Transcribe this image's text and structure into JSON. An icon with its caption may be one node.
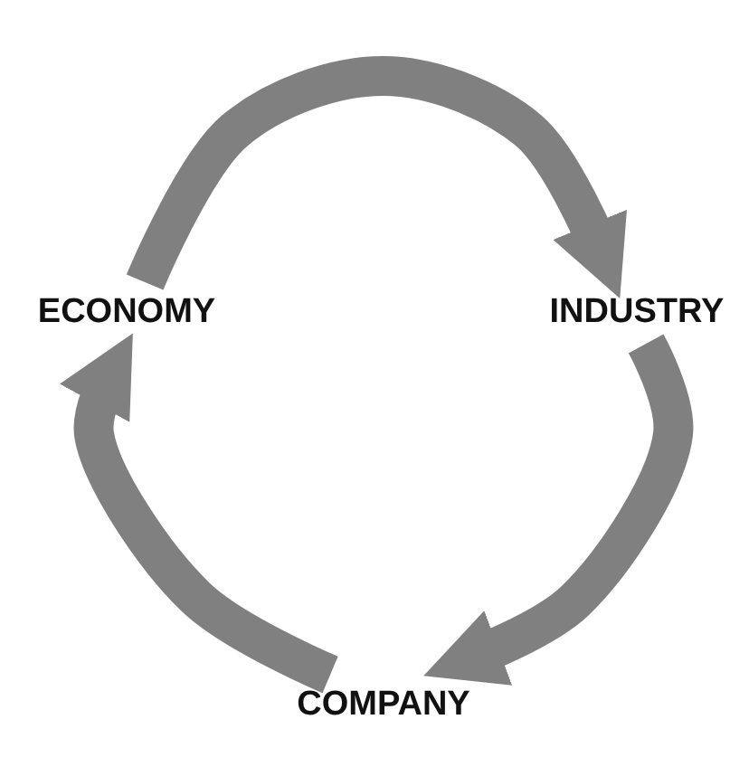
{
  "diagram": {
    "nodes": [
      {
        "text": [
          "ECONOMY"
        ]
      },
      {
        "text": [
          "INDUSTRY"
        ]
      },
      {
        "text": [
          "COMPANY"
        ]
      }
    ],
    "edges": [
      {
        "from": 0,
        "to": 1,
        "arrow": "to"
      },
      {
        "from": 1,
        "to": 2,
        "arrow": "to"
      },
      {
        "from": 2,
        "to": 0,
        "arrow": "to"
      }
    ]
  }
}
